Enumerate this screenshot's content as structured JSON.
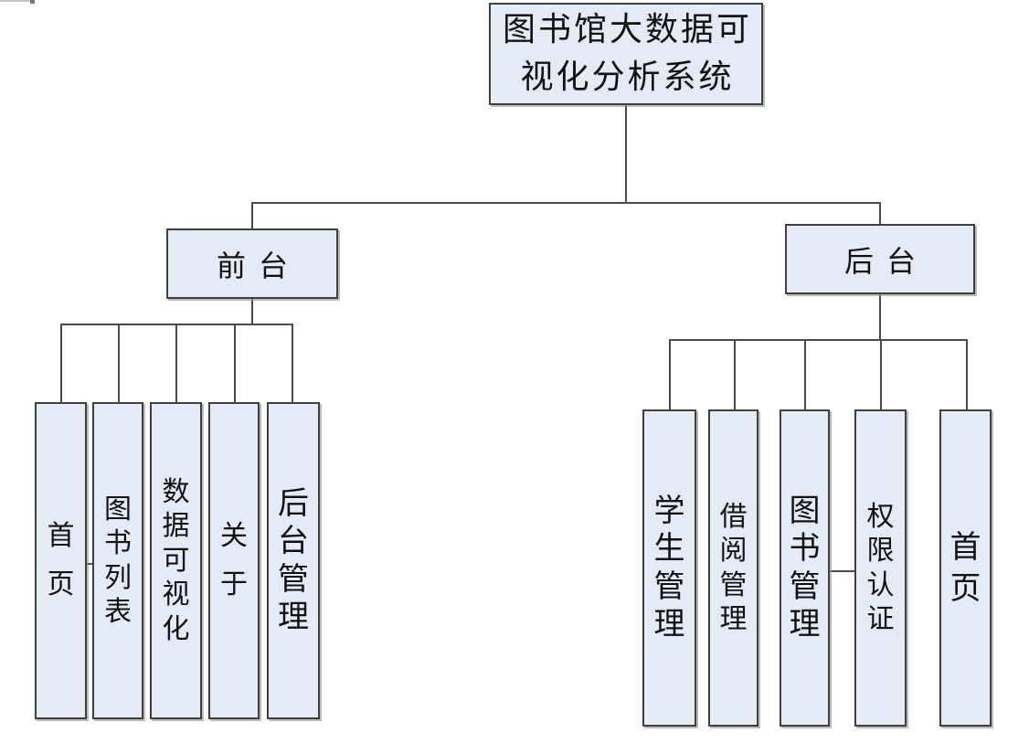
{
  "diagram": {
    "root": {
      "label": "图书馆大数据可视化分析系统"
    },
    "front": {
      "label": "前台",
      "children": [
        {
          "label": "首页"
        },
        {
          "label": "图书列表"
        },
        {
          "label": "数据可视化"
        },
        {
          "label": "关于"
        },
        {
          "label": "后台管理"
        }
      ]
    },
    "back": {
      "label": "后台",
      "children": [
        {
          "label": "学生管理"
        },
        {
          "label": "借阅管理"
        },
        {
          "label": "图书管理"
        },
        {
          "label": "权限认证"
        },
        {
          "label": "首页"
        }
      ]
    },
    "colors": {
      "box_fill": "#e4eaf6",
      "box_border": "#3f3f3f",
      "line": "#4a4a4a",
      "shadow": "#9e9e9e",
      "text": "#111111",
      "background": "#ffffff"
    }
  }
}
